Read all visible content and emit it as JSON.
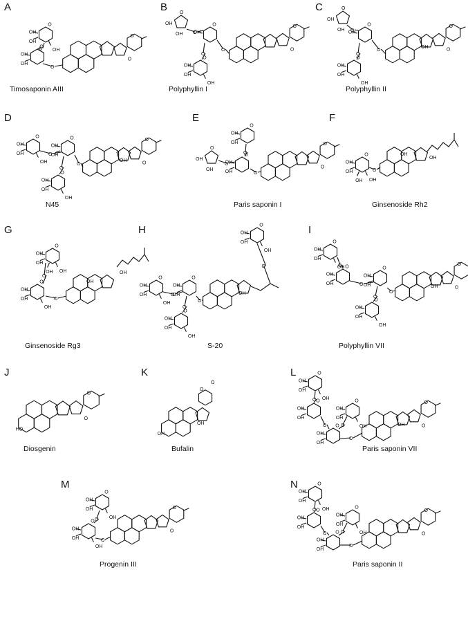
{
  "panels": [
    {
      "letter": "A",
      "name": "Timosaponin AIII"
    },
    {
      "letter": "B",
      "name": "Polyphyllin I"
    },
    {
      "letter": "C",
      "name": "Polyphyllin II"
    },
    {
      "letter": "D",
      "name": "N45"
    },
    {
      "letter": "E",
      "name": "Paris saponin I"
    },
    {
      "letter": "F",
      "name": "Ginsenoside Rh2"
    },
    {
      "letter": "G",
      "name": "Ginsenoside Rg3"
    },
    {
      "letter": "H",
      "name": "S-20"
    },
    {
      "letter": "I",
      "name": "Polyphyllin VII"
    },
    {
      "letter": "J",
      "name": "Diosgenin"
    },
    {
      "letter": "K",
      "name": "Bufalin"
    },
    {
      "letter": "L",
      "name": "Paris saponin VII"
    },
    {
      "letter": "M",
      "name": "Progenin III"
    },
    {
      "letter": "N",
      "name": "Paris saponin II"
    }
  ],
  "atom_labels": {
    "hydroxyl": "OH",
    "oxygen": "O",
    "oxygen_hydrogen": "HO"
  }
}
